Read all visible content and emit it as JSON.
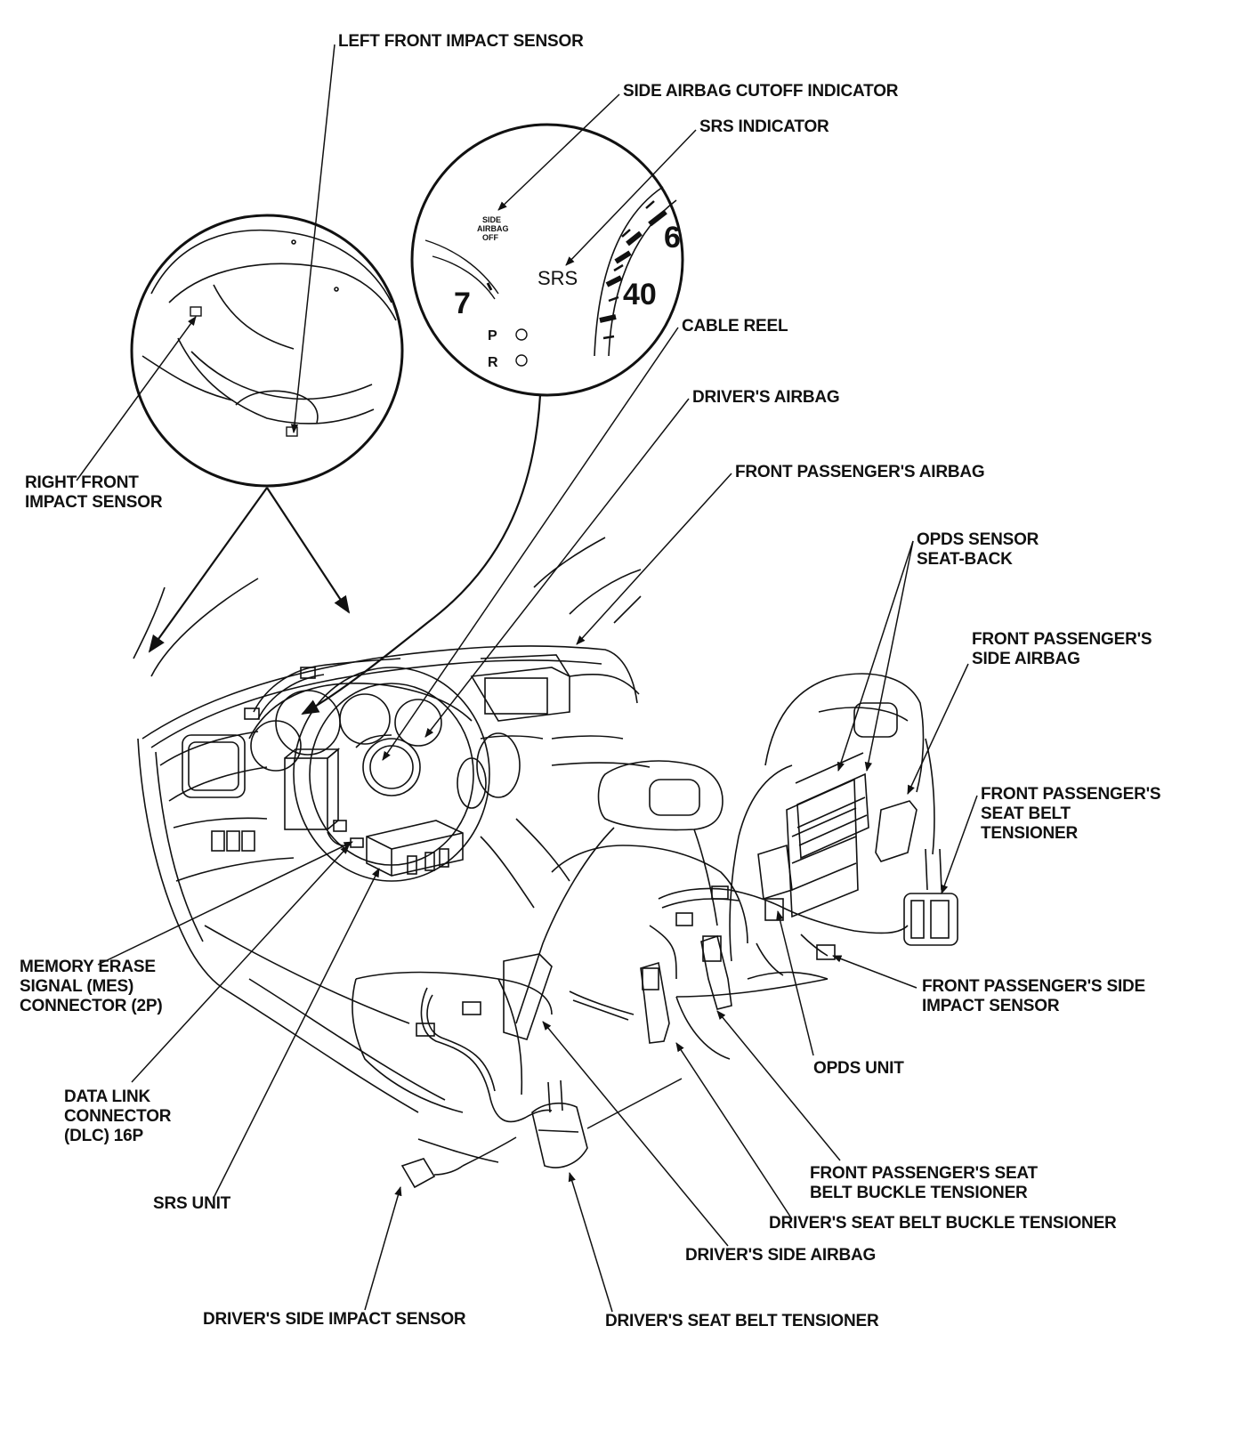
{
  "labels": {
    "left_front_impact_sensor": "LEFT FRONT IMPACT SENSOR",
    "side_airbag_cutoff_indicator": "SIDE AIRBAG CUTOFF INDICATOR",
    "srs_indicator": "SRS INDICATOR",
    "cable_reel": "CABLE REEL",
    "drivers_airbag": "DRIVER'S AIRBAG",
    "front_passengers_airbag": "FRONT PASSENGER'S AIRBAG",
    "right_front_impact_sensor": "RIGHT FRONT\nIMPACT SENSOR",
    "opds_sensor_seat_back": "OPDS SENSOR\nSEAT-BACK",
    "front_passengers_side_airbag": "FRONT PASSENGER'S\nSIDE AIRBAG",
    "front_passengers_seat_belt_tensioner": "FRONT PASSENGER'S\nSEAT BELT\nTENSIONER",
    "memory_erase_signal_connector": "MEMORY ERASE\nSIGNAL (MES)\nCONNECTOR (2P)",
    "front_passengers_side_impact_sensor": "FRONT PASSENGER'S SIDE\nIMPACT SENSOR",
    "opds_unit": "OPDS UNIT",
    "data_link_connector": "DATA LINK\nCONNECTOR\n(DLC) 16P",
    "front_passengers_seat_belt_buckle_tensioner": "FRONT PASSENGER'S SEAT\nBELT BUCKLE TENSIONER",
    "srs_unit": "SRS UNIT",
    "drivers_seat_belt_buckle_tensioner": "DRIVER'S SEAT BELT BUCKLE TENSIONER",
    "drivers_side_airbag": "DRIVER'S SIDE AIRBAG",
    "drivers_side_impact_sensor": "DRIVER'S SIDE IMPACT SENSOR",
    "drivers_seat_belt_tensioner": "DRIVER'S SEAT BELT TENSIONER"
  },
  "gauge_detail": {
    "side_airbag_off_line1": "SIDE",
    "side_airbag_off_line2": "AIRBAG",
    "side_airbag_off_line3": "OFF",
    "srs_text": "SRS",
    "tach_7": "7",
    "speed_6": "6",
    "speed_40": "40",
    "gear_p": "P",
    "gear_r": "R"
  },
  "colors": {
    "ink": "#111111",
    "paper": "#ffffff"
  }
}
